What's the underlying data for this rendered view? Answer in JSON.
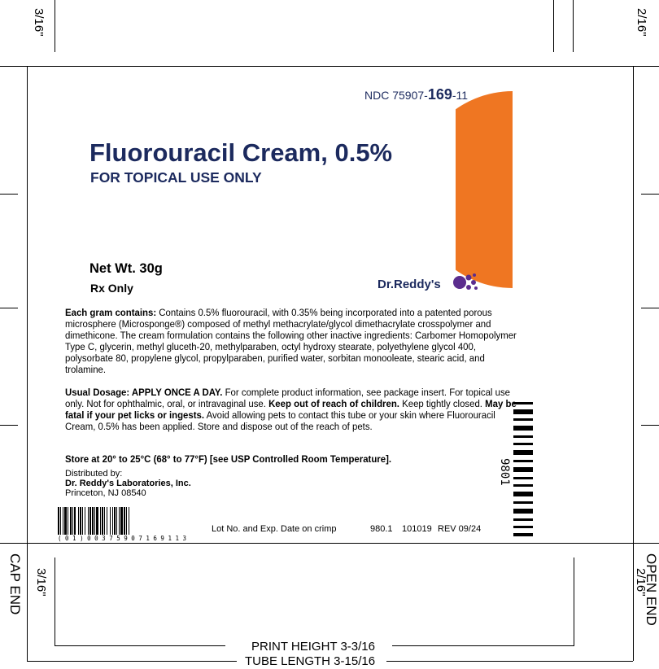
{
  "dimensions": {
    "top_left": "3/16\"",
    "top_right": "2/16\"",
    "bottom_left": "3/16\"",
    "bottom_right": "2/16\"",
    "cap_end": "CAP END",
    "open_end": "OPEN END",
    "print_height": "PRINT HEIGHT 3-3/16",
    "tube_length": "TUBE LENGTH 3-15/16"
  },
  "label": {
    "ndc_prefix": "NDC 75907-",
    "ndc_product": "169",
    "ndc_suffix": "-11",
    "product_name": "Fluorouracil Cream, 0.5%",
    "route": "FOR TOPICAL USE ONLY",
    "net_wt": "Net Wt. 30g",
    "rx_only": "Rx Only",
    "brand": "Dr.Reddy's",
    "brand_color": "#1c2a5e",
    "accent_color": "#ef7622",
    "composition_heading": "Each gram contains:",
    "composition_text": " Contains 0.5% fluorouracil, with 0.35% being incorporated into a patented porous microsphere (Microsponge®) composed of methyl methacrylate/glycol dimethacrylate crosspolymer and dimethicone. The cream formulation contains the following other inactive ingredients: Carbomer Homopolymer Type C, glycerin, methyl gluceth-20, methylparaben, octyl hydroxy stearate, polyethylene glycol 400, polysorbate 80, propylene glycol, propylparaben, purified water, sorbitan monooleate, stearic acid, and trolamine.",
    "dosage_heading": "Usual Dosage: APPLY ONCE A DAY.",
    "dosage_text_1": " For complete product information, see package insert. For topical use only. Not for ophthalmic, oral, or intravaginal use. ",
    "dosage_bold_1": "Keep out of reach of children.",
    "dosage_text_2": " Keep tightly closed. ",
    "dosage_bold_2": "May be fatal if your pet licks or ingests.",
    "dosage_text_3": " Avoid allowing pets to contact this tube or your skin where Fluorouracil Cream, 0.5% has been applied. Store and dispose out of the reach of pets.",
    "storage": "Store at 20° to 25°C (68° to 77°F) [see USP Controlled Room Temperature].",
    "distributed_by": "Distributed by:",
    "distributor": "Dr. Reddy's Laboratories, Inc.",
    "distributor_city": "Princeton, NJ 08540",
    "barcode_text": "( 0 1 ) 0 0 3 7 5 9 0 7 1 6 9 1 1 3",
    "lot_text": "Lot No. and Exp. Date on crimp",
    "code_1": "980.1",
    "code_2": "101019",
    "rev": "REV 09/24",
    "side_code": "9801"
  }
}
